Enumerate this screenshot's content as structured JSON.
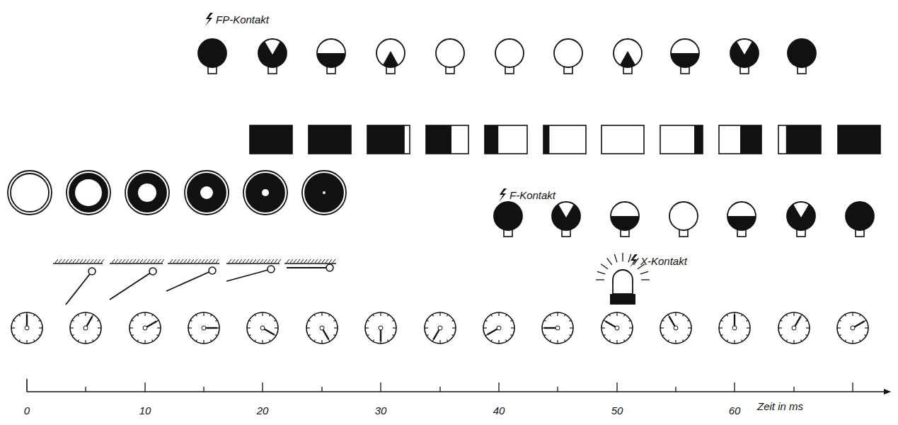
{
  "diagram": {
    "labels": [
      "FP-Kontakt",
      "F-Kontakt",
      "X-Kontakt",
      "0",
      "10",
      "20",
      "30",
      "40",
      "50",
      "60",
      "Zeit in ms"
    ]
  }
}
